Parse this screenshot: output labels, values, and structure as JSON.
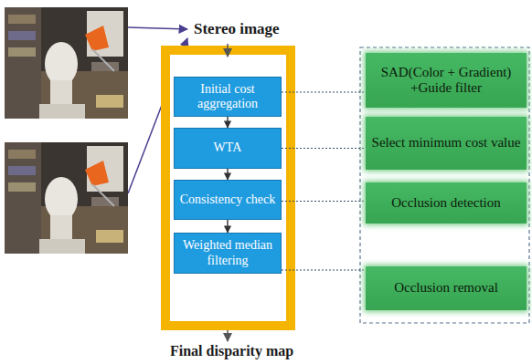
{
  "diagram": {
    "nodes": [
      {
        "text": [
          "Initial cost aggregation"
        ]
      },
      {
        "text": [
          "WTA"
        ]
      },
      {
        "text": [
          "Consistency check"
        ]
      },
      {
        "text": [
          "Weighted median filtering"
        ]
      },
      {
        "text": [
          "SAD(Color + Gradient) +Guide filter"
        ]
      },
      {
        "text": [
          "Select minimum cost value"
        ]
      },
      {
        "text": [
          "Occlusion detection"
        ]
      },
      {
        "text": [
          "Occlusion removal"
        ]
      }
    ],
    "edges": [
      {
        "from": 0,
        "to": 1,
        "arrow": "to"
      },
      {
        "from": 1,
        "to": 2,
        "arrow": "to"
      },
      {
        "from": 2,
        "to": 3,
        "arrow": "to"
      },
      {
        "from": 0,
        "to": 4,
        "arrow": "none"
      },
      {
        "from": 1,
        "to": 5,
        "arrow": "none"
      },
      {
        "from": 2,
        "to": 6,
        "arrow": "none"
      },
      {
        "from": 3,
        "to": 7,
        "arrow": "none"
      }
    ],
    "labels": [
      "Stereo image",
      "Final disparity map"
    ]
  }
}
